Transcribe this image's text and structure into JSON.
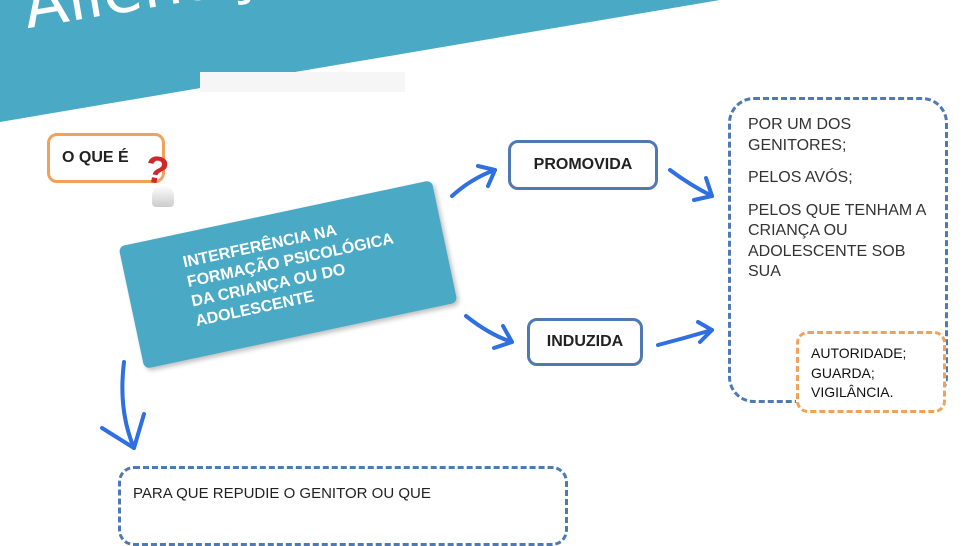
{
  "title": "Alienação Parental",
  "nodes": {
    "what_is": "O QUE É",
    "definition": "INTERFERÊNCIA NA FORMAÇÃO PSICOLÓGICA DA CRIANÇA OU DO ADOLESCENTE",
    "promoted": "PROMOVIDA",
    "induced": "INDUZIDA",
    "by_whom": [
      "POR UM DOS GENITORES;",
      "PELOS AVÓS;",
      "PELOS QUE TENHAM A CRIANÇA OU ADOLESCENTE SOB SUA"
    ],
    "under": [
      "AUTORIDADE;",
      "GUARDA;",
      "VIGILÂNCIA."
    ],
    "purpose": "PARA QUE REPUDIE O GENITOR OU QUE"
  },
  "colors": {
    "teal": "#4aaac6",
    "blue_border": "#4e79b3",
    "orange_border": "#f0a25a",
    "arrow": "#2f6fe0"
  }
}
